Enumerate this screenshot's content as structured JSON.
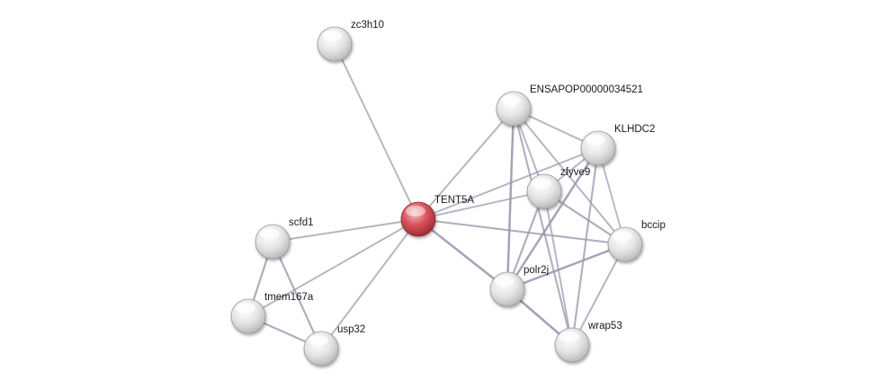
{
  "graph": {
    "focus_color": "#d9535e",
    "node_color": "#e9e9e9",
    "edge_color": "#9b9bb0",
    "nodes": [
      {
        "id": "zc3h10",
        "label": "zc3h10",
        "focus": false
      },
      {
        "id": "ENSAPOP00000034521",
        "label": "ENSAPOP00000034521",
        "focus": false
      },
      {
        "id": "KLHDC2",
        "label": "KLHDC2",
        "focus": false
      },
      {
        "id": "zfyve9",
        "label": "zfyve9",
        "focus": false
      },
      {
        "id": "TENT5A",
        "label": "TENT5A",
        "focus": true
      },
      {
        "id": "scfd1",
        "label": "scfd1",
        "focus": false
      },
      {
        "id": "bccip",
        "label": "bccip",
        "focus": false
      },
      {
        "id": "polr2j",
        "label": "polr2j",
        "focus": false
      },
      {
        "id": "tmem167a",
        "label": "tmem167a",
        "focus": false
      },
      {
        "id": "usp32",
        "label": "usp32",
        "focus": false
      },
      {
        "id": "wrap53",
        "label": "wrap53",
        "focus": false
      }
    ],
    "edges": [
      {
        "source": "zc3h10",
        "target": "TENT5A",
        "strength": 0.45
      },
      {
        "source": "TENT5A",
        "target": "ENSAPOP00000034521",
        "strength": 0.45
      },
      {
        "source": "TENT5A",
        "target": "KLHDC2",
        "strength": 0.45
      },
      {
        "source": "TENT5A",
        "target": "zfyve9",
        "strength": 0.45
      },
      {
        "source": "TENT5A",
        "target": "bccip",
        "strength": 0.55
      },
      {
        "source": "TENT5A",
        "target": "polr2j",
        "strength": 0.8
      },
      {
        "source": "TENT5A",
        "target": "scfd1",
        "strength": 0.45
      },
      {
        "source": "TENT5A",
        "target": "tmem167a",
        "strength": 0.45
      },
      {
        "source": "TENT5A",
        "target": "usp32",
        "strength": 0.45
      },
      {
        "source": "scfd1",
        "target": "tmem167a",
        "strength": 0.6
      },
      {
        "source": "scfd1",
        "target": "usp32",
        "strength": 0.6
      },
      {
        "source": "tmem167a",
        "target": "usp32",
        "strength": 0.6
      },
      {
        "source": "ENSAPOP00000034521",
        "target": "KLHDC2",
        "strength": 0.45
      },
      {
        "source": "ENSAPOP00000034521",
        "target": "zfyve9",
        "strength": 0.45
      },
      {
        "source": "ENSAPOP00000034521",
        "target": "polr2j",
        "strength": 0.8
      },
      {
        "source": "ENSAPOP00000034521",
        "target": "bccip",
        "strength": 0.45
      },
      {
        "source": "ENSAPOP00000034521",
        "target": "wrap53",
        "strength": 0.55
      },
      {
        "source": "KLHDC2",
        "target": "zfyve9",
        "strength": 0.45
      },
      {
        "source": "KLHDC2",
        "target": "polr2j",
        "strength": 0.8
      },
      {
        "source": "KLHDC2",
        "target": "bccip",
        "strength": 0.4
      },
      {
        "source": "KLHDC2",
        "target": "wrap53",
        "strength": 0.55
      },
      {
        "source": "zfyve9",
        "target": "polr2j",
        "strength": 0.6
      },
      {
        "source": "zfyve9",
        "target": "bccip",
        "strength": 0.6
      },
      {
        "source": "zfyve9",
        "target": "wrap53",
        "strength": 0.45
      },
      {
        "source": "bccip",
        "target": "polr2j",
        "strength": 0.8
      },
      {
        "source": "bccip",
        "target": "wrap53",
        "strength": 0.45
      },
      {
        "source": "polr2j",
        "target": "wrap53",
        "strength": 0.85
      }
    ]
  }
}
